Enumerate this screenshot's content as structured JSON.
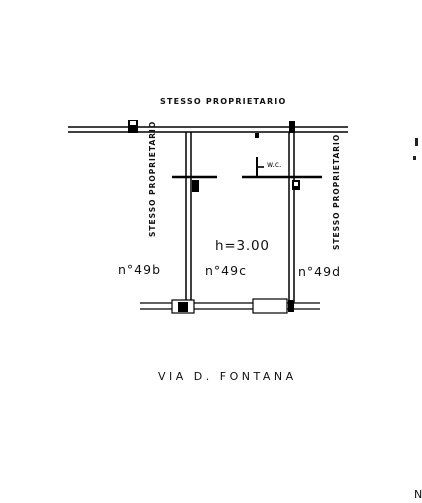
{
  "plan": {
    "top_owner": "STESSO PROPRIETARIO",
    "left_owner": "STESSO PROPRIETARIO",
    "right_owner": "STESSO PROPRIETARIO",
    "unit_left": "n°49b",
    "unit_center": "n°49c",
    "unit_right": "n°49d",
    "height": "h=3.00",
    "wc": "w.c.",
    "street": "VIA D. FONTANA",
    "edge_mark": "N"
  }
}
